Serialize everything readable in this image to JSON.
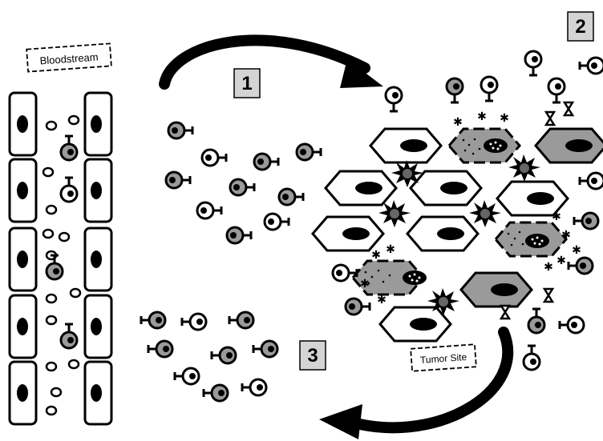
{
  "labels": {
    "bloodstream": "Bloodstream",
    "tumor_site": "Tumor Site"
  },
  "steps": [
    "1",
    "2",
    "3"
  ],
  "colors": {
    "ink": "#000000",
    "paper": "#ffffff",
    "cell_gray": "#9a9a9a",
    "label_box": "#d4d4d4"
  }
}
